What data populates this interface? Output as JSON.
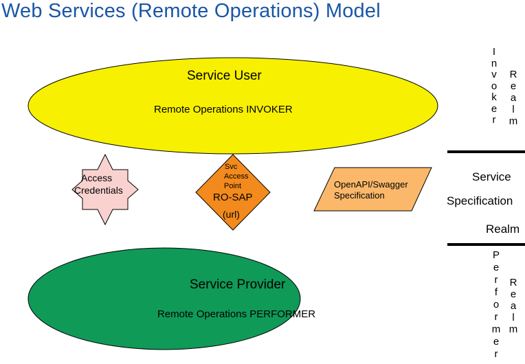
{
  "title": "Web Services (Remote Operations) Model",
  "service_user": {
    "title": "Service User",
    "subtitle": "Remote Operations INVOKER",
    "fill": "#f7f000"
  },
  "service_provider": {
    "title": "Service Provider",
    "subtitle": "Remote Operations PERFORMER",
    "fill": "#0f9a58"
  },
  "access_credentials": {
    "line1": "Access",
    "line2": "Credentials",
    "fill": "#f9d2d0"
  },
  "ro_sap": {
    "line1": "Svc",
    "line2": "Access",
    "line3": "Point",
    "main": "RO-SAP",
    "sub": "(url)",
    "fill": "#f28a1d"
  },
  "spec": {
    "line1": "OpenAPI/Swagger",
    "line2": "Specification",
    "fill": "#fbb86a"
  },
  "realms": {
    "invoker_word": "Invoker",
    "invoker_realm_word": "Realm",
    "spec_line1": "Service",
    "spec_line2": "Specification",
    "spec_line3": "Realm",
    "performer_word": "Performer",
    "performer_realm_word": "Realm"
  }
}
